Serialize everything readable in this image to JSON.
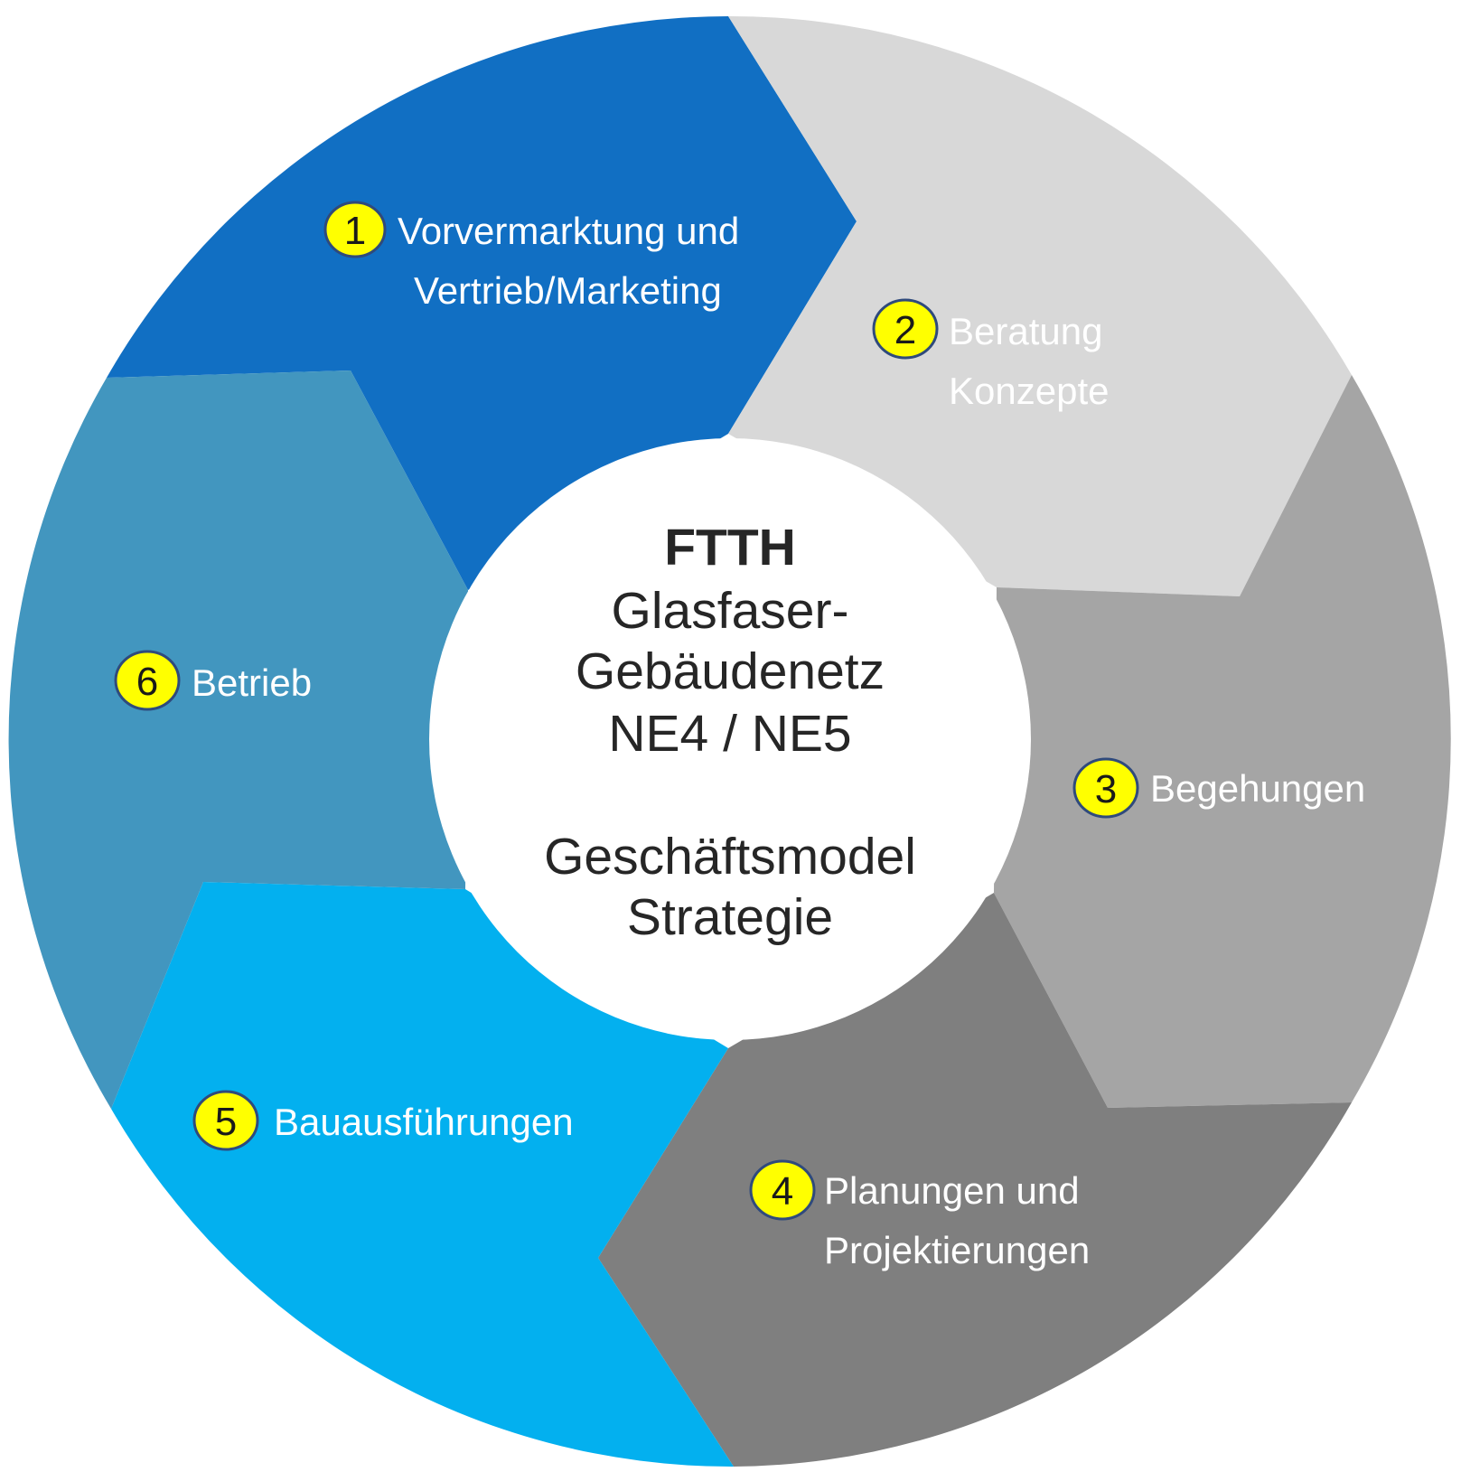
{
  "center": {
    "title": "FTTH",
    "line1": "Glasfaser-",
    "line2": "Gebäudenetz",
    "line3": "NE4 / NE5",
    "line4": "Geschäftsmodel",
    "line5": "Strategie"
  },
  "segments": [
    {
      "number": "1",
      "lines": [
        "Vorvermarktung und",
        "Vertrieb/Marketing"
      ],
      "color": "#116fc3",
      "text_color": "#ffffff"
    },
    {
      "number": "2",
      "lines": [
        "Beratung",
        "Konzepte"
      ],
      "color": "#d8d8d8",
      "text_color": "#ffffff"
    },
    {
      "number": "3",
      "lines": [
        "Begehungen"
      ],
      "color": "#a5a5a5",
      "text_color": "#ffffff"
    },
    {
      "number": "4",
      "lines": [
        "Planungen und",
        "Projektierungen"
      ],
      "color": "#7f7f7f",
      "text_color": "#ffffff"
    },
    {
      "number": "5",
      "lines": [
        "Bauausführungen"
      ],
      "color": "#03b0ef",
      "text_color": "#ffffff"
    },
    {
      "number": "6",
      "lines": [
        "Betrieb"
      ],
      "color": "#4296bf",
      "text_color": "#ffffff"
    }
  ],
  "badge": {
    "fill": "#ffff00",
    "stroke": "#2f4a7c"
  },
  "center_fill": "#ffffff"
}
